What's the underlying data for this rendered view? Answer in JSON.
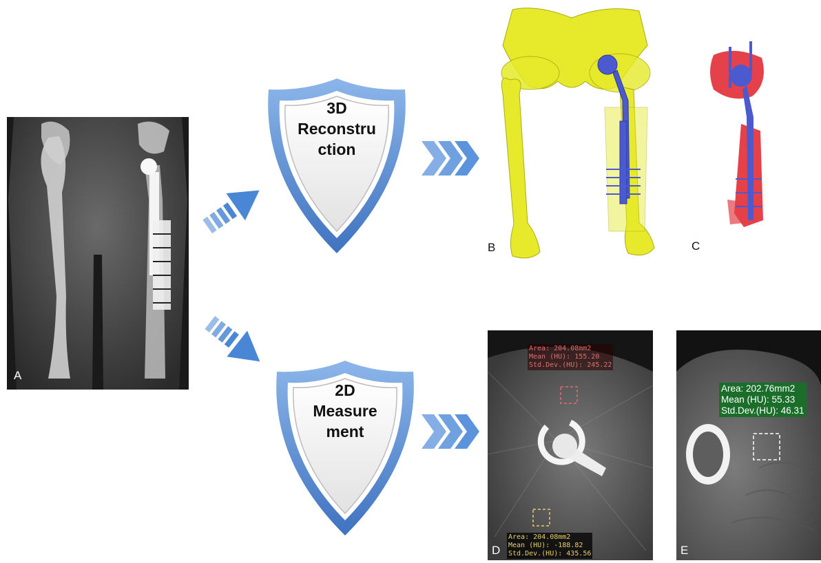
{
  "panels": {
    "a": {
      "letter": "A"
    },
    "b": {
      "letter": "B"
    },
    "c": {
      "letter": "C"
    },
    "d": {
      "letter": "D"
    },
    "e": {
      "letter": "E"
    }
  },
  "steps": {
    "reconstruction": {
      "line1": "3D",
      "line2": "Reconstru",
      "line3": "ction"
    },
    "measurement": {
      "line1": "2D",
      "line2": "Measure",
      "line3": "ment"
    }
  },
  "measurements": {
    "d_top": {
      "area": "Area: 204.08mm2",
      "mean": "Mean (HU): 155.20",
      "std": "Std.Dev.(HU): 245.22",
      "color": "#e07070"
    },
    "d_bottom": {
      "area": "Area: 204.08mm2",
      "mean": "Mean (HU): -188.82",
      "std": "Std.Dev.(HU): 435.56",
      "color": "#e8d060"
    },
    "e": {
      "area": "Area: 202.76mm2",
      "mean": "Mean (HU): 55.33",
      "std": "Std.Dev.(HU): 46.31",
      "color": "#ffffff"
    }
  },
  "colors": {
    "arrow_blue": "#4a86d6",
    "shield_blue": "#5b8fd0",
    "bone_yellow": "#e6ea2a",
    "implant_blue": "#4c5ad0",
    "artifact_red": "#e0202a"
  }
}
